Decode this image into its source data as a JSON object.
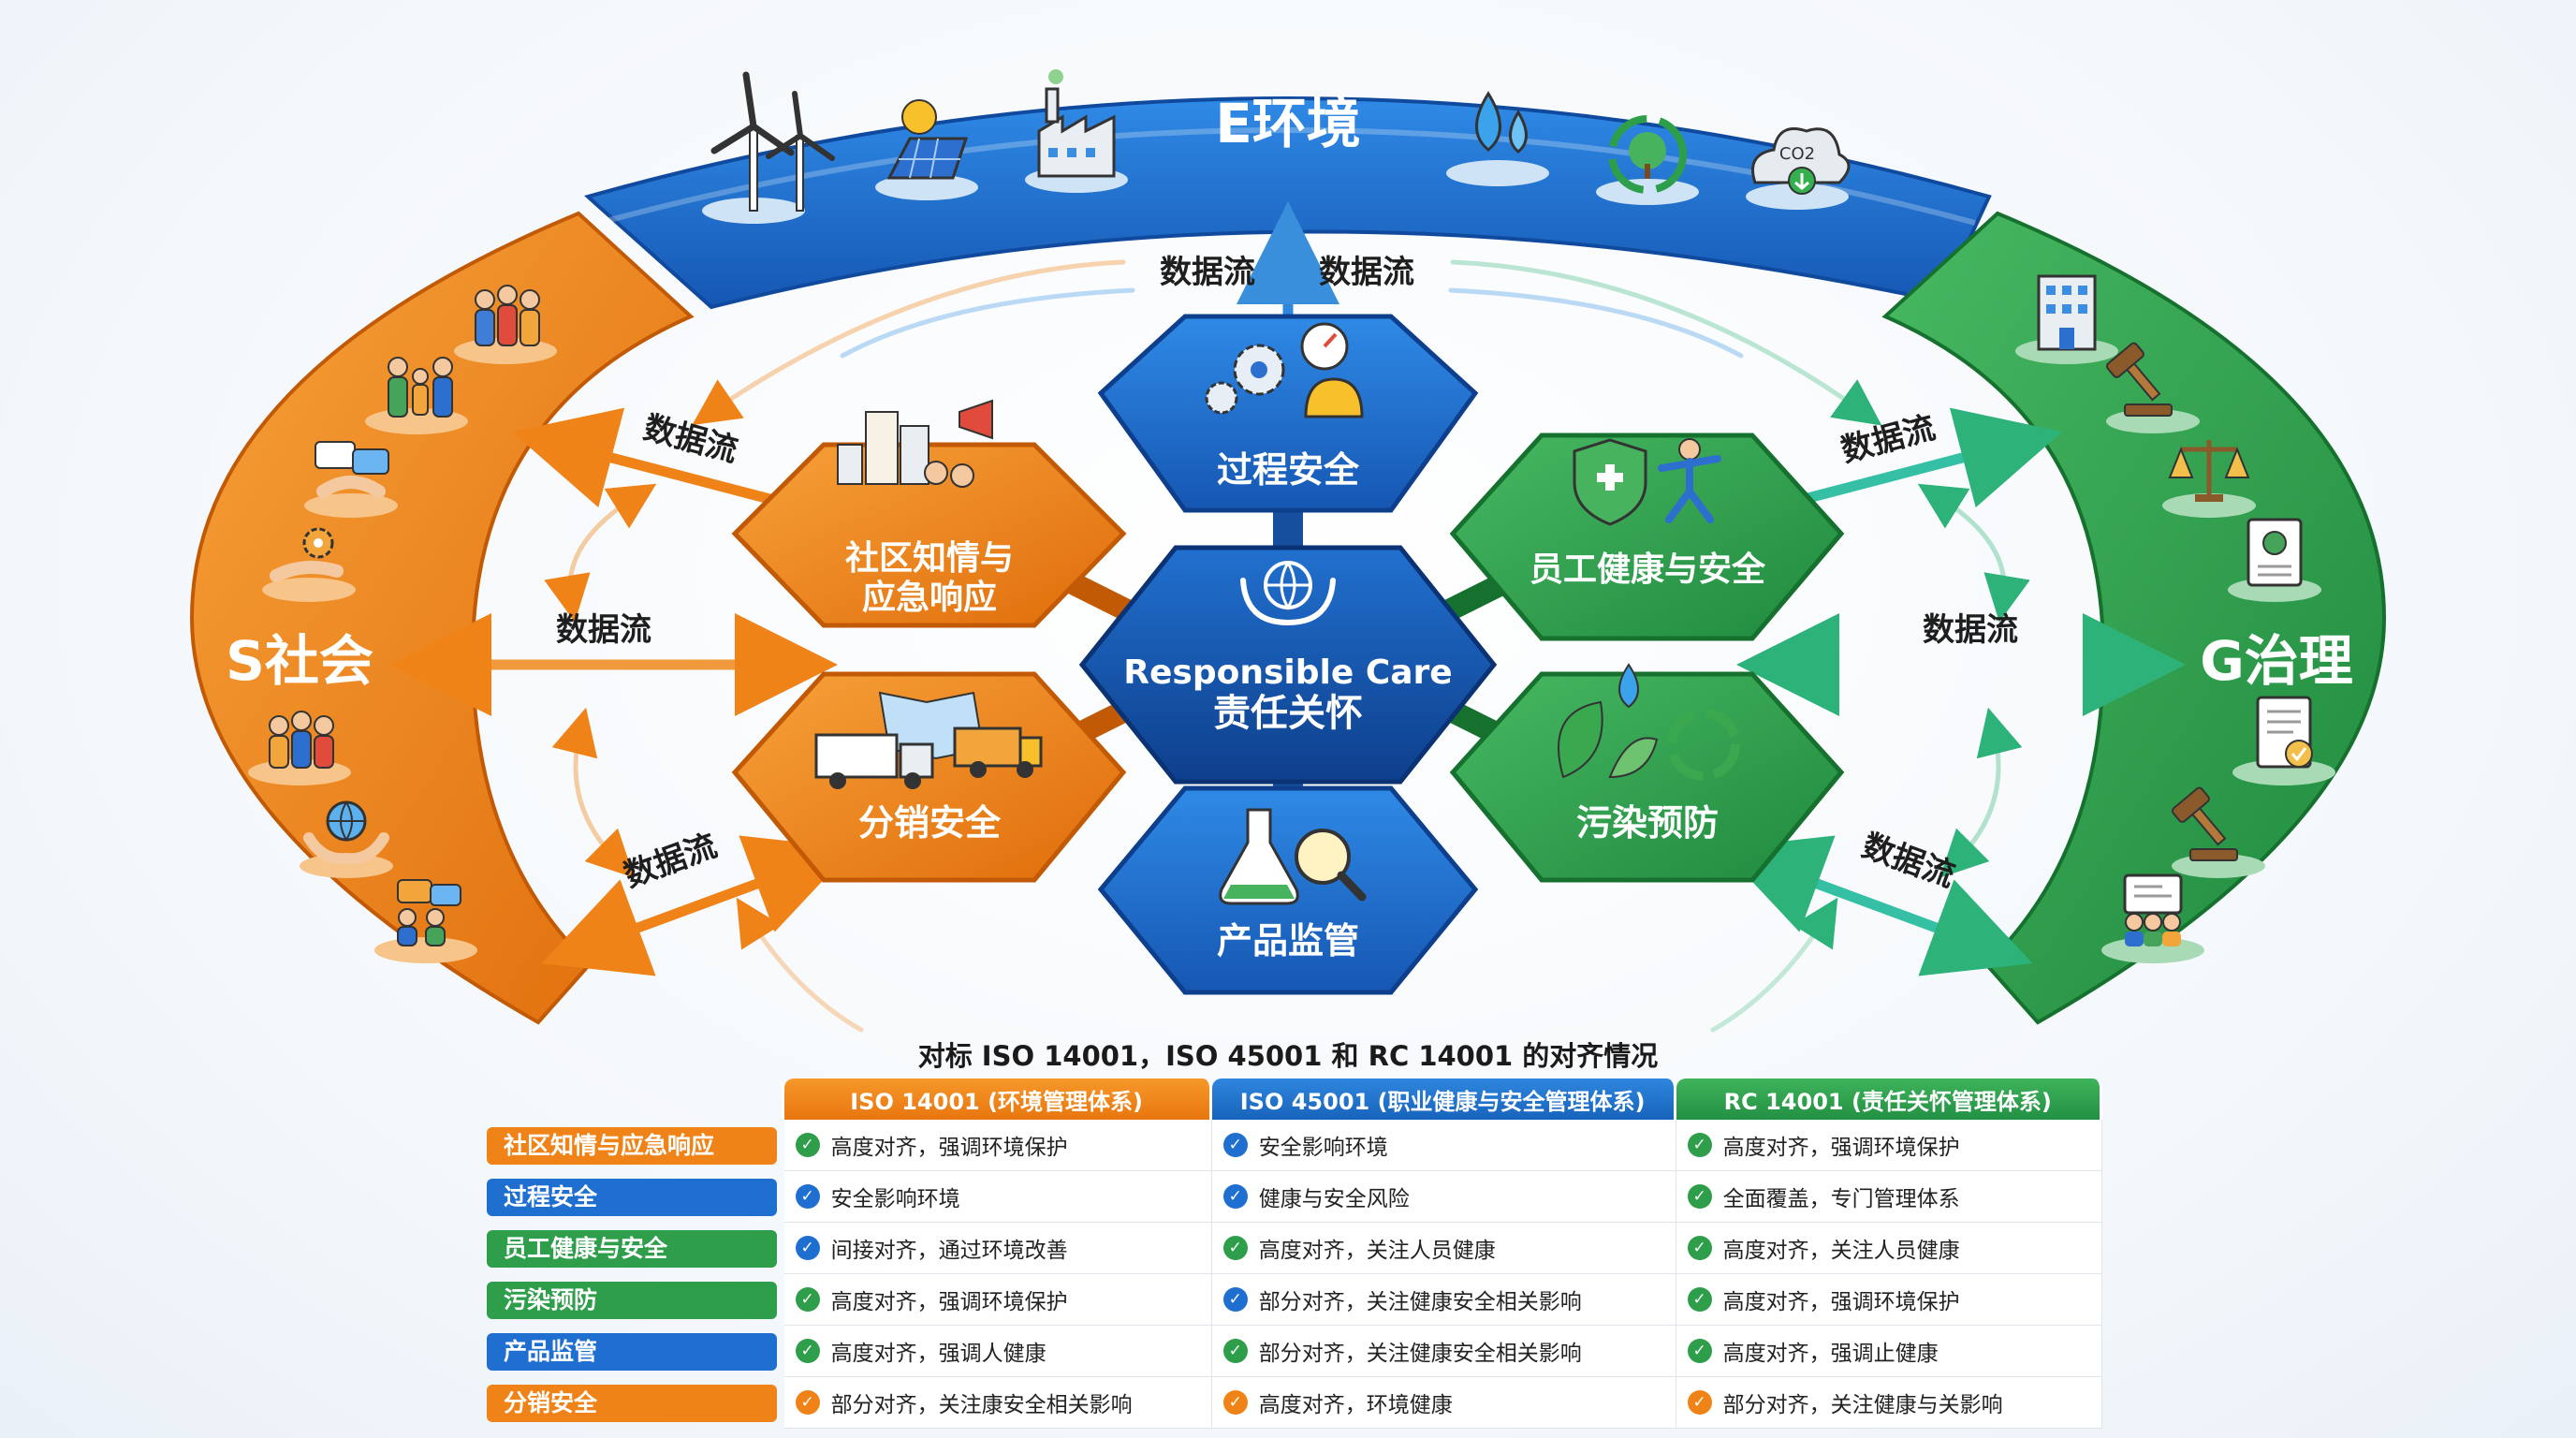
{
  "banners": {
    "environment": "E环境",
    "social": "S社会",
    "governance": "G治理"
  },
  "center": {
    "title_en": "Responsible Care",
    "title_zh": "责任关怀"
  },
  "hexagons": {
    "process_safety": "过程安全",
    "community": [
      "社区知情与",
      "应急响应"
    ],
    "employee": "员工健康与安全",
    "distribution": "分销安全",
    "pollution": "污染预防",
    "product": "产品监管"
  },
  "flow_label": "数据流",
  "co2_label": "CO2",
  "colors": {
    "orange": "#ef8318",
    "blue": "#1f6fd0",
    "green": "#2e9e4a",
    "teal": "#35c0b0"
  },
  "table": {
    "title": "对标 ISO 14001，ISO 45001 和 RC 14001 的对齐情况",
    "headers": [
      "ISO 14001 (环境管理体系)",
      "ISO 45001 (职业健康与安全管理体系)",
      "RC 14001 (责任关怀管理体系)"
    ],
    "rows": [
      {
        "label": "社区知情与应急响应",
        "color": "#ef8318",
        "cells": [
          {
            "text": "高度对齐，强调环境保护",
            "check": "#2e9e4a"
          },
          {
            "text": "安全影响环境",
            "check": "#1f6fd0"
          },
          {
            "text": "高度对齐，强调环境保护",
            "check": "#2e9e4a"
          }
        ]
      },
      {
        "label": "过程安全",
        "color": "#1f6fd0",
        "cells": [
          {
            "text": "安全影响环境",
            "check": "#1f6fd0"
          },
          {
            "text": "健康与安全风险",
            "check": "#1f6fd0"
          },
          {
            "text": "全面覆盖，专门管理体系",
            "check": "#2e9e4a"
          }
        ]
      },
      {
        "label": "员工健康与安全",
        "color": "#2e9e4a",
        "cells": [
          {
            "text": "间接对齐，通过环境改善",
            "check": "#1f6fd0"
          },
          {
            "text": "高度对齐，关注人员健康",
            "check": "#2e9e4a"
          },
          {
            "text": "高度对齐，关注人员健康",
            "check": "#2e9e4a"
          }
        ]
      },
      {
        "label": "污染预防",
        "color": "#2e9e4a",
        "cells": [
          {
            "text": "高度对齐，强调环境保护",
            "check": "#2e9e4a"
          },
          {
            "text": "部分对齐，关注健康安全相关影响",
            "check": "#1f6fd0"
          },
          {
            "text": "高度对齐，强调环境保护",
            "check": "#2e9e4a"
          }
        ]
      },
      {
        "label": "产品监管",
        "color": "#1f6fd0",
        "cells": [
          {
            "text": "高度对齐，强调人健康",
            "check": "#2e9e4a"
          },
          {
            "text": "部分对齐，关注健康安全相关影响",
            "check": "#2e9e4a"
          },
          {
            "text": "高度对齐，强调止健康",
            "check": "#2e9e4a"
          }
        ]
      },
      {
        "label": "分销安全",
        "color": "#ef8318",
        "cells": [
          {
            "text": "部分对齐，关注康安全相关影响",
            "check": "#ef8318"
          },
          {
            "text": "高度对齐，环境健康",
            "check": "#ef8318"
          },
          {
            "text": "部分对齐，关注健康与关影响",
            "check": "#ef8318"
          }
        ]
      }
    ]
  }
}
